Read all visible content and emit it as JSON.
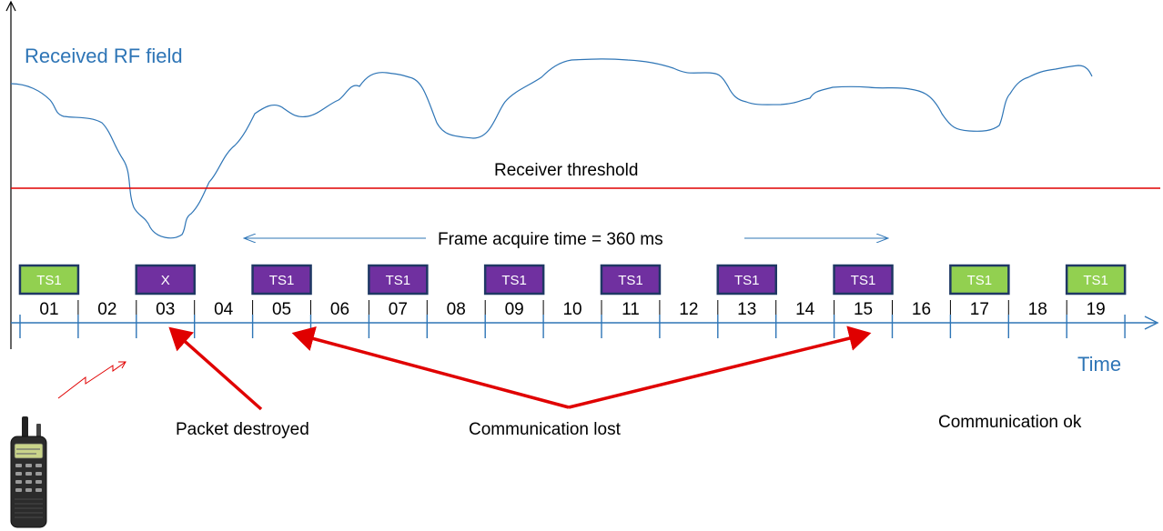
{
  "labels": {
    "rf_field": "Received RF field",
    "threshold": "Receiver threshold",
    "frame_acquire": "Frame acquire time = 360 ms",
    "time": "Time",
    "packet_destroyed": "Packet destroyed",
    "communication_lost": "Communication lost",
    "communication_ok": "Communication ok"
  },
  "slots": [
    "01",
    "02",
    "03",
    "04",
    "05",
    "06",
    "07",
    "08",
    "09",
    "10",
    "11",
    "12",
    "13",
    "14",
    "15",
    "16",
    "17",
    "18",
    "19"
  ],
  "packets": [
    {
      "slot": "01",
      "label": "TS1",
      "status": "ok"
    },
    {
      "slot": "03",
      "label": "X",
      "status": "destroyed"
    },
    {
      "slot": "05",
      "label": "TS1",
      "status": "lost"
    },
    {
      "slot": "07",
      "label": "TS1",
      "status": "lost"
    },
    {
      "slot": "09",
      "label": "TS1",
      "status": "lost"
    },
    {
      "slot": "11",
      "label": "TS1",
      "status": "lost"
    },
    {
      "slot": "13",
      "label": "TS1",
      "status": "lost"
    },
    {
      "slot": "15",
      "label": "TS1",
      "status": "lost"
    },
    {
      "slot": "17",
      "label": "TS1",
      "status": "ok"
    },
    {
      "slot": "19",
      "label": "TS1",
      "status": "ok"
    }
  ],
  "colors": {
    "ok_fill": "#92d050",
    "lost_fill": "#7030a0",
    "packet_border": "#1f3864",
    "rf_curve": "#2e75b6",
    "threshold_line": "#e00000",
    "arrow": "#e00000",
    "axis": "#2e75b6"
  },
  "icons": {
    "radio": "handheld-radio-icon",
    "signal": "lightning-signal-icon"
  }
}
